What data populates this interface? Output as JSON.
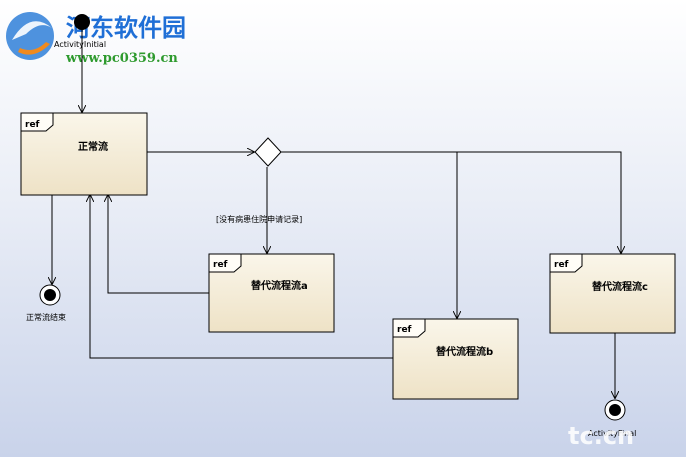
{
  "watermark": {
    "site_title": "河东软件园",
    "site_url": "www.pc0359.cn",
    "corner_text": "tc.cn"
  },
  "diagram": {
    "initial": {
      "label": "ActivityInitial"
    },
    "normal_flow": {
      "ref": "ref",
      "label": "正常流"
    },
    "decision": {},
    "guard": {
      "label": "[没有病患住院申请记录]"
    },
    "alt_a": {
      "ref": "ref",
      "label": "替代流程流a"
    },
    "alt_b": {
      "ref": "ref",
      "label": "替代流程流b"
    },
    "alt_c": {
      "ref": "ref",
      "label": "替代流程流c"
    },
    "normal_end": {
      "label": "正常流结束"
    },
    "final": {
      "label": "ActivityFinal"
    }
  },
  "colors": {
    "box_top": "#faf6ea",
    "box_bottom": "#eee2c6",
    "logo_blue": "#2f7fd8",
    "logo_orange": "#f08a1e"
  }
}
